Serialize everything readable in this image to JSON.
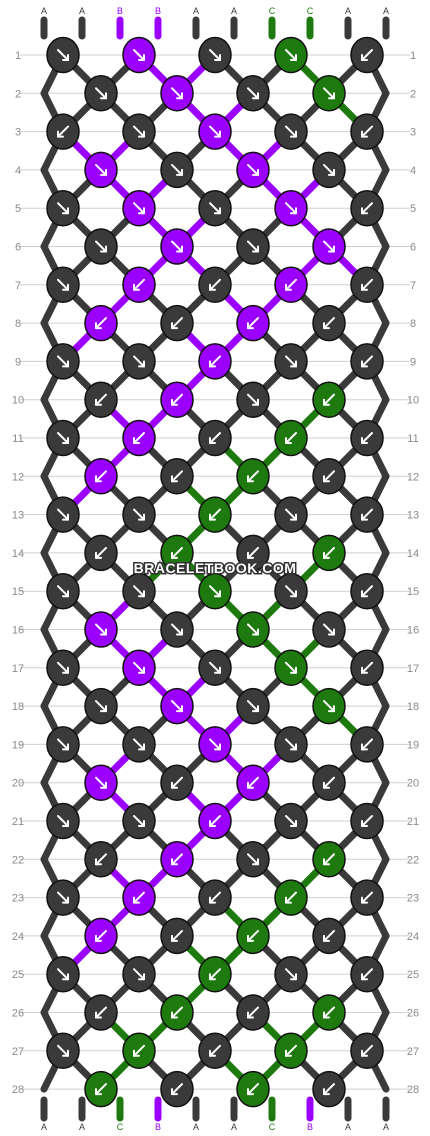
{
  "watermark": "BRACELETBOOK.COM",
  "colors": {
    "A": "#3a3a3a",
    "B": "#9b00ff",
    "C": "#1e7a0f",
    "row_line": "#cfcfcf",
    "label_text": "#8a8a8a",
    "knot_outline": "#111111",
    "arrow": "#ffffff"
  },
  "top_labels": [
    "A",
    "A",
    "B",
    "B",
    "A",
    "A",
    "C",
    "C",
    "A",
    "A"
  ],
  "bottom_labels": [
    "A",
    "A",
    "C",
    "B",
    "A",
    "A",
    "C",
    "B",
    "A",
    "A"
  ],
  "row_numbers": [
    "1",
    "2",
    "3",
    "4",
    "5",
    "6",
    "7",
    "8",
    "9",
    "10",
    "11",
    "12",
    "13",
    "14",
    "15",
    "16",
    "17",
    "18",
    "19",
    "20",
    "21",
    "22",
    "23",
    "24",
    "25",
    "26",
    "27",
    "28"
  ],
  "knots": [
    [
      "A:dr",
      "B:dr",
      "A:dr",
      "C:dr",
      "A:dl"
    ],
    [
      "A:dr",
      "B:dr",
      "A:dr",
      "C:dr"
    ],
    [
      "A:dl",
      "A:dr",
      "B:dr",
      "A:dr",
      "A:dl"
    ],
    [
      "B:dr",
      "A:dr",
      "B:dr",
      "A:dr"
    ],
    [
      "A:dr",
      "B:dr",
      "A:dr",
      "B:dr",
      "A:dl"
    ],
    [
      "A:dr",
      "B:dr",
      "A:dr",
      "B:dr"
    ],
    [
      "A:dr",
      "B:dl",
      "A:dl",
      "B:dl",
      "A:dl"
    ],
    [
      "B:dl",
      "A:dl",
      "B:dl",
      "A:dl"
    ],
    [
      "A:dr",
      "A:dr",
      "B:dl",
      "A:dr",
      "A:dl"
    ],
    [
      "A:dl",
      "B:dl",
      "A:dr",
      "C:dl"
    ],
    [
      "A:dr",
      "B:dl",
      "A:dl",
      "C:dl",
      "A:dl"
    ],
    [
      "B:dl",
      "A:dl",
      "C:dl",
      "A:dl"
    ],
    [
      "A:dr",
      "A:dr",
      "C:dl",
      "A:dr",
      "A:dl"
    ],
    [
      "A:dl",
      "C:dl",
      "A:dl",
      "C:dl"
    ],
    [
      "A:dr",
      "A:dr",
      "C:dr",
      "A:dr",
      "A:dl"
    ],
    [
      "B:dr",
      "A:dr",
      "C:dr",
      "A:dr"
    ],
    [
      "A:dr",
      "B:dr",
      "A:dr",
      "C:dr",
      "A:dl"
    ],
    [
      "A:dr",
      "B:dr",
      "A:dr",
      "C:dr"
    ],
    [
      "A:dr",
      "A:dr",
      "B:dr",
      "A:dr",
      "A:dl"
    ],
    [
      "B:dr",
      "A:dl",
      "B:dl",
      "A:dl"
    ],
    [
      "A:dr",
      "A:dr",
      "B:dl",
      "A:dr",
      "A:dl"
    ],
    [
      "A:dl",
      "B:dl",
      "A:dr",
      "C:dl"
    ],
    [
      "A:dr",
      "B:dl",
      "A:dl",
      "C:dl",
      "A:dl"
    ],
    [
      "B:dl",
      "A:dl",
      "C:dl",
      "A:dl"
    ],
    [
      "A:dr",
      "A:dr",
      "C:dl",
      "A:dr",
      "A:dl"
    ],
    [
      "A:dl",
      "C:dl",
      "A:dl",
      "C:dl"
    ],
    [
      "A:dr",
      "C:dl",
      "A:dl",
      "C:dl",
      "A:dl"
    ],
    [
      "C:dl",
      "A:dl",
      "C:dl",
      "A:dl"
    ]
  ]
}
